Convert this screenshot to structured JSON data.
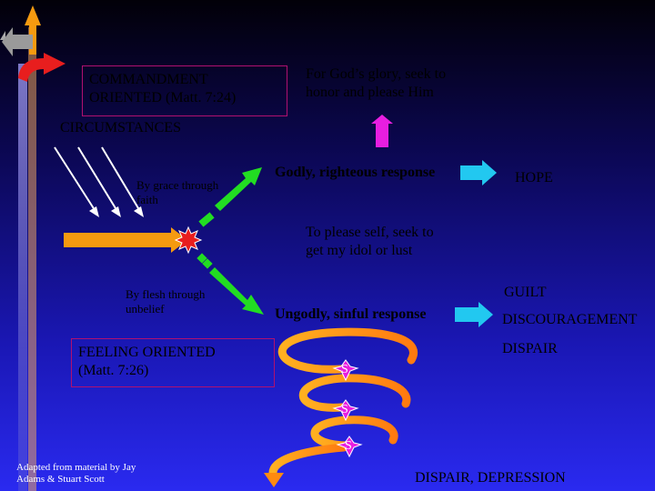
{
  "commandment": {
    "line1": "COMMANDMENT",
    "line2": "ORIENTED (Matt. 7:24)"
  },
  "gods_glory": {
    "line1": "For God’s glory, seek to",
    "line2": "honor and please Him"
  },
  "circumstances": "CIRCUMSTANCES",
  "grace": {
    "line1": "By grace through",
    "line2": "faith"
  },
  "godly_response": "Godly, righteous response",
  "hope": "HOPE",
  "please_self": {
    "line1": "To please self, seek to",
    "line2": "get my idol or lust"
  },
  "flesh": {
    "line1": "By flesh through",
    "line2": "unbelief"
  },
  "ungodly_response": "Ungodly, sinful response",
  "guilt": "GUILT",
  "discouragement": "DISCOURAGEMENT",
  "despair": "DISPAIR",
  "feeling": {
    "line1": "FEELING ORIENTED",
    "line2": "(Matt. 7:26)"
  },
  "spiral_letter": "S",
  "despair_depression": "DISPAIR, DEPRESSION",
  "credit": {
    "line1": "Adapted from material by Jay",
    "line2": "Adams & Stuart Scott"
  },
  "colors": {
    "orange": "#f59a10",
    "green": "#22dd22",
    "magenta": "#e81ee0",
    "cyan": "#22c8f0",
    "red": "#e81e1e"
  }
}
